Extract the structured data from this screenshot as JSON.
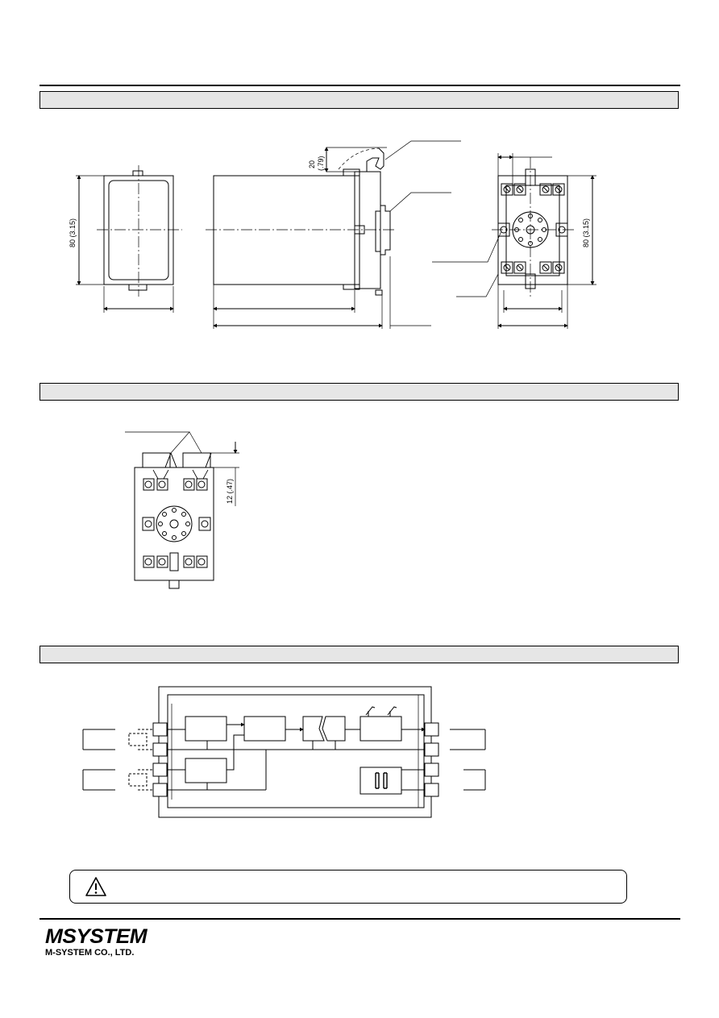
{
  "dimensions": {
    "front_height": "80 (3.15)",
    "rail_offset_value": "20",
    "rail_offset_inch": "(.79)",
    "socket_height": "80 (3.15)",
    "cover_height": "12 (.47)"
  },
  "brand": {
    "logo": "MSYSTEM",
    "company": "M-SYSTEM CO., LTD."
  }
}
